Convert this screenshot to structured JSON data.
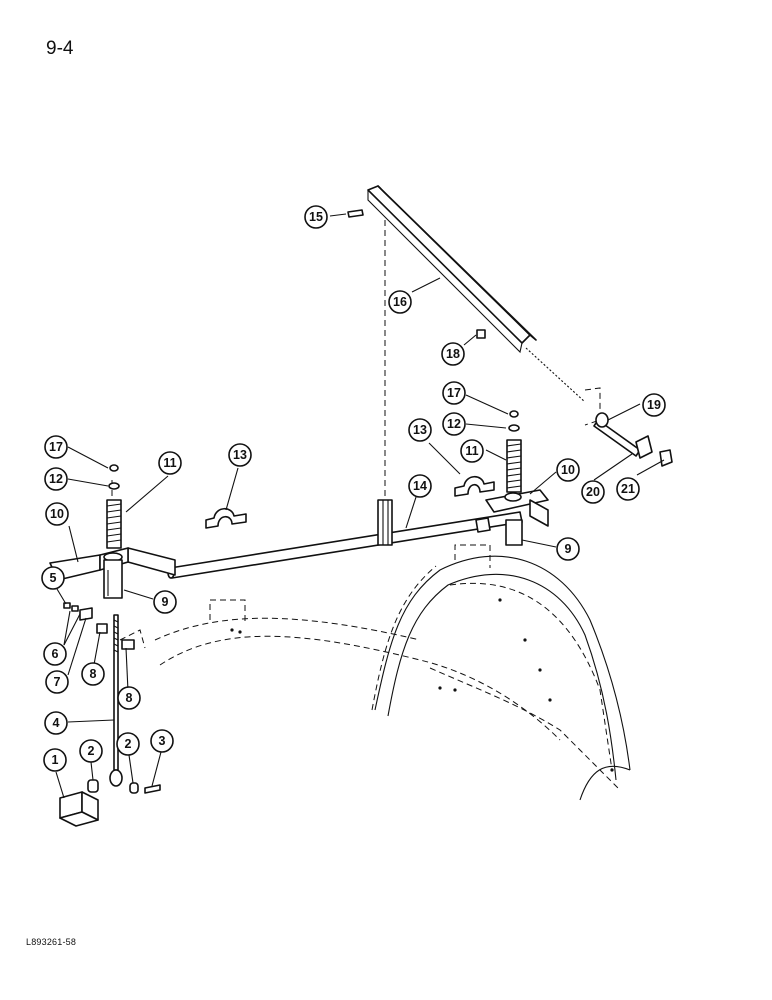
{
  "page_number": "9-4",
  "figure_code": "L893261-58",
  "callouts": [
    {
      "id": "c1",
      "label": "1"
    },
    {
      "id": "c2a",
      "label": "2"
    },
    {
      "id": "c2b",
      "label": "2"
    },
    {
      "id": "c3",
      "label": "3"
    },
    {
      "id": "c4",
      "label": "4"
    },
    {
      "id": "c5",
      "label": "5"
    },
    {
      "id": "c6",
      "label": "6"
    },
    {
      "id": "c7",
      "label": "7"
    },
    {
      "id": "c8a",
      "label": "8"
    },
    {
      "id": "c8b",
      "label": "8"
    },
    {
      "id": "c9a",
      "label": "9"
    },
    {
      "id": "c9b",
      "label": "9"
    },
    {
      "id": "c10a",
      "label": "10"
    },
    {
      "id": "c10b",
      "label": "10"
    },
    {
      "id": "c11a",
      "label": "11"
    },
    {
      "id": "c11b",
      "label": "11"
    },
    {
      "id": "c12a",
      "label": "12"
    },
    {
      "id": "c12b",
      "label": "12"
    },
    {
      "id": "c13a",
      "label": "13"
    },
    {
      "id": "c13b",
      "label": "13"
    },
    {
      "id": "c14",
      "label": "14"
    },
    {
      "id": "c15",
      "label": "15"
    },
    {
      "id": "c16",
      "label": "16"
    },
    {
      "id": "c17a",
      "label": "17"
    },
    {
      "id": "c17b",
      "label": "17"
    },
    {
      "id": "c18",
      "label": "18"
    },
    {
      "id": "c19",
      "label": "19"
    },
    {
      "id": "c20",
      "label": "20"
    },
    {
      "id": "c21",
      "label": "21"
    }
  ]
}
